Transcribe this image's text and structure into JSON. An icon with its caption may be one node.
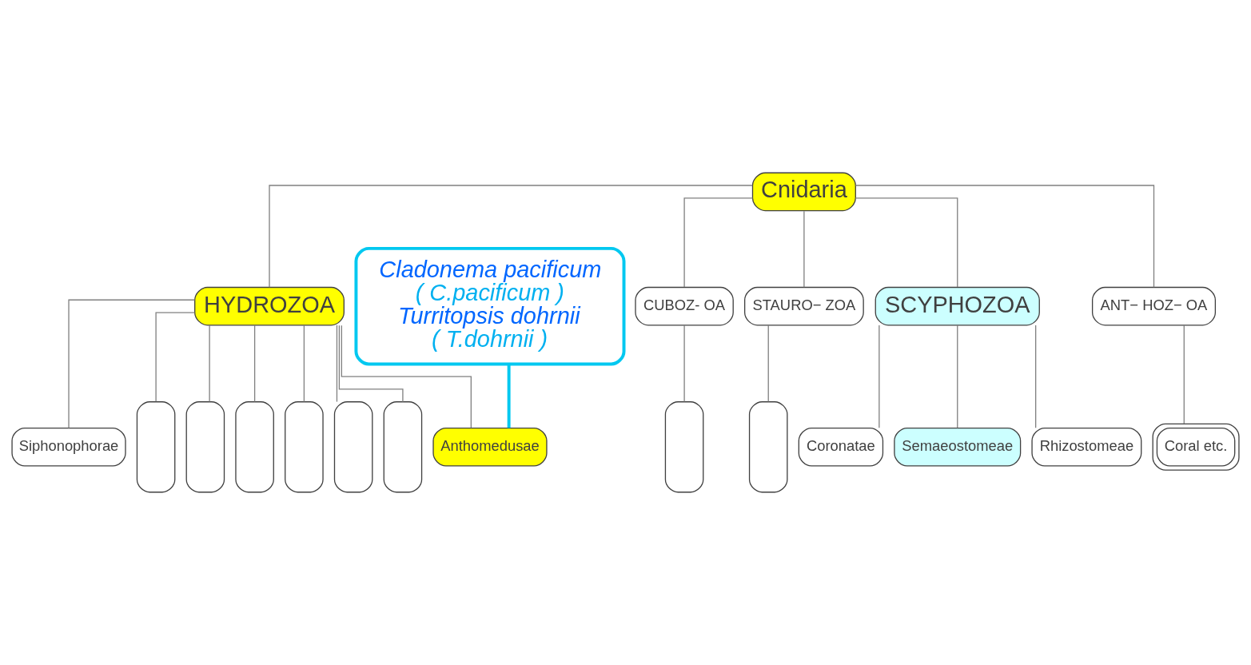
{
  "diagram": {
    "nodes": [
      {
        "text": [
          "Cnidaria"
        ]
      },
      {
        "text": [
          "HYDROZOA"
        ]
      },
      {
        "text": [
          "CUBOZ- OA"
        ]
      },
      {
        "text": [
          "STAURO− ZOA"
        ]
      },
      {
        "text": [
          "SCYPHOZOA"
        ]
      },
      {
        "text": [
          "ANT− HOZ− OA"
        ]
      },
      {
        "text": [
          "Anthomedusae"
        ]
      },
      {
        "text": [
          "Siphonophorae"
        ]
      },
      {
        "text": [],
        "shape": "box"
      },
      {
        "text": [],
        "shape": "box"
      },
      {
        "text": [],
        "shape": "box"
      },
      {
        "text": [],
        "shape": "box"
      },
      {
        "text": [],
        "shape": "box"
      },
      {
        "text": [],
        "shape": "box"
      },
      {
        "text": [],
        "shape": "box"
      },
      {
        "text": [],
        "shape": "box"
      },
      {
        "text": [
          "Coronatae"
        ]
      },
      {
        "text": [
          "Semaeostomeae"
        ]
      },
      {
        "text": [
          "Rhizostomeae"
        ]
      },
      {
        "text": [
          "Coral etc."
        ]
      },
      {
        "text": [
          "Cladonema pacificum",
          "( C.pacificum )",
          "Turritopsis dohrnii",
          "( T.dohrnii )"
        ]
      }
    ],
    "edges": [
      {
        "from": 0,
        "to": 1,
        "arrow": "none"
      },
      {
        "from": 0,
        "to": 2,
        "arrow": "none"
      },
      {
        "from": 0,
        "to": 3,
        "arrow": "none"
      },
      {
        "from": 0,
        "to": 4,
        "arrow": "none"
      },
      {
        "from": 0,
        "to": 5,
        "arrow": "none"
      },
      {
        "from": 1,
        "to": 6,
        "arrow": "none"
      },
      {
        "from": 1,
        "to": 7,
        "arrow": "none"
      },
      {
        "from": 1,
        "to": 8,
        "arrow": "none"
      },
      {
        "from": 1,
        "to": 9,
        "arrow": "none"
      },
      {
        "from": 1,
        "to": 10,
        "arrow": "none"
      },
      {
        "from": 1,
        "to": 11,
        "arrow": "none"
      },
      {
        "from": 1,
        "to": 12,
        "arrow": "none"
      },
      {
        "from": 1,
        "to": 13,
        "arrow": "none"
      },
      {
        "from": 2,
        "to": 14,
        "arrow": "none"
      },
      {
        "from": 3,
        "to": 15,
        "arrow": "none"
      },
      {
        "from": 4,
        "to": 16,
        "arrow": "none"
      },
      {
        "from": 4,
        "to": 17,
        "arrow": "none"
      },
      {
        "from": 4,
        "to": 18,
        "arrow": "none"
      },
      {
        "from": 5,
        "to": 19,
        "arrow": "none"
      },
      {
        "from": 20,
        "to": 6,
        "arrow": "none",
        "color": "#00c8f0",
        "style": "thick"
      }
    ]
  }
}
